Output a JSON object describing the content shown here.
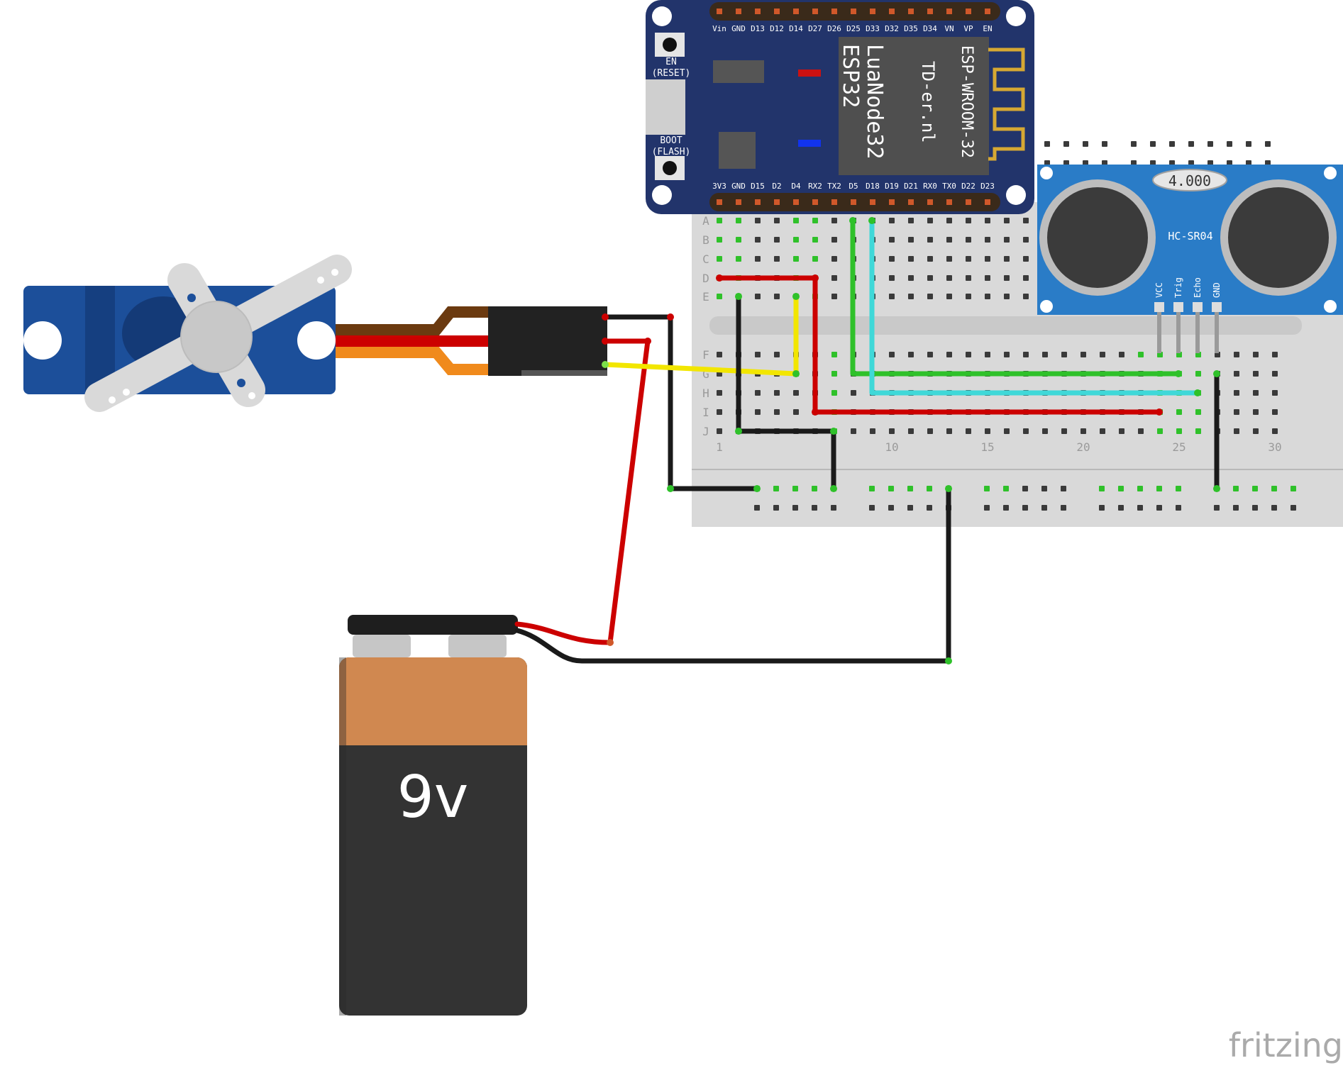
{
  "esp32": {
    "top_pins": [
      "Vin",
      "GND",
      "D13",
      "D12",
      "D14",
      "D27",
      "D26",
      "D25",
      "D33",
      "D32",
      "D35",
      "D34",
      "VN",
      "VP",
      "EN"
    ],
    "bottom_pins": [
      "3V3",
      "GND",
      "D15",
      "D2",
      "D4",
      "RX2",
      "TX2",
      "D5",
      "D18",
      "D19",
      "D21",
      "RX0",
      "TX0",
      "D22",
      "D23"
    ],
    "en_label_1": "EN",
    "en_label_2": "(RESET)",
    "boot_label_1": "BOOT",
    "boot_label_2": "(FLASH)",
    "module_line_1": "ESP-WROOM-32",
    "module_line_2": "TD-er.nl",
    "module_line_3": "LuaNode32",
    "module_line_4": "ESP32"
  },
  "breadboard": {
    "rows_top": [
      "A",
      "B",
      "C",
      "D",
      "E"
    ],
    "rows_bottom": [
      "F",
      "G",
      "H",
      "I",
      "J"
    ],
    "column_numbers": [
      {
        "label": "1",
        "col": 1
      },
      {
        "label": "10",
        "col": 10
      },
      {
        "label": "15",
        "col": 15
      },
      {
        "label": "20",
        "col": 20
      },
      {
        "label": "25",
        "col": 25
      },
      {
        "label": "30",
        "col": 30
      }
    ]
  },
  "sensor": {
    "model": "HC-SR04",
    "crystal": "4.000",
    "pins": [
      "VCC",
      "Trig",
      "Echo",
      "GND"
    ]
  },
  "battery": {
    "label": "9v"
  },
  "brand": "fritzing",
  "colors": {
    "esp_board": "#22346b",
    "sensor_board": "#2a7cc7",
    "servo_body": "#1c4f9a",
    "wire_red": "#cc0000",
    "wire_black": "#1a1a1a",
    "wire_yellow": "#f2e600",
    "wire_green": "#2fc12a",
    "wire_cyan": "#3fd8d8",
    "servo_brown": "#6b3a10",
    "servo_orange": "#f08a1c",
    "battery_orange": "#d08850",
    "battery_body": "#333333"
  }
}
